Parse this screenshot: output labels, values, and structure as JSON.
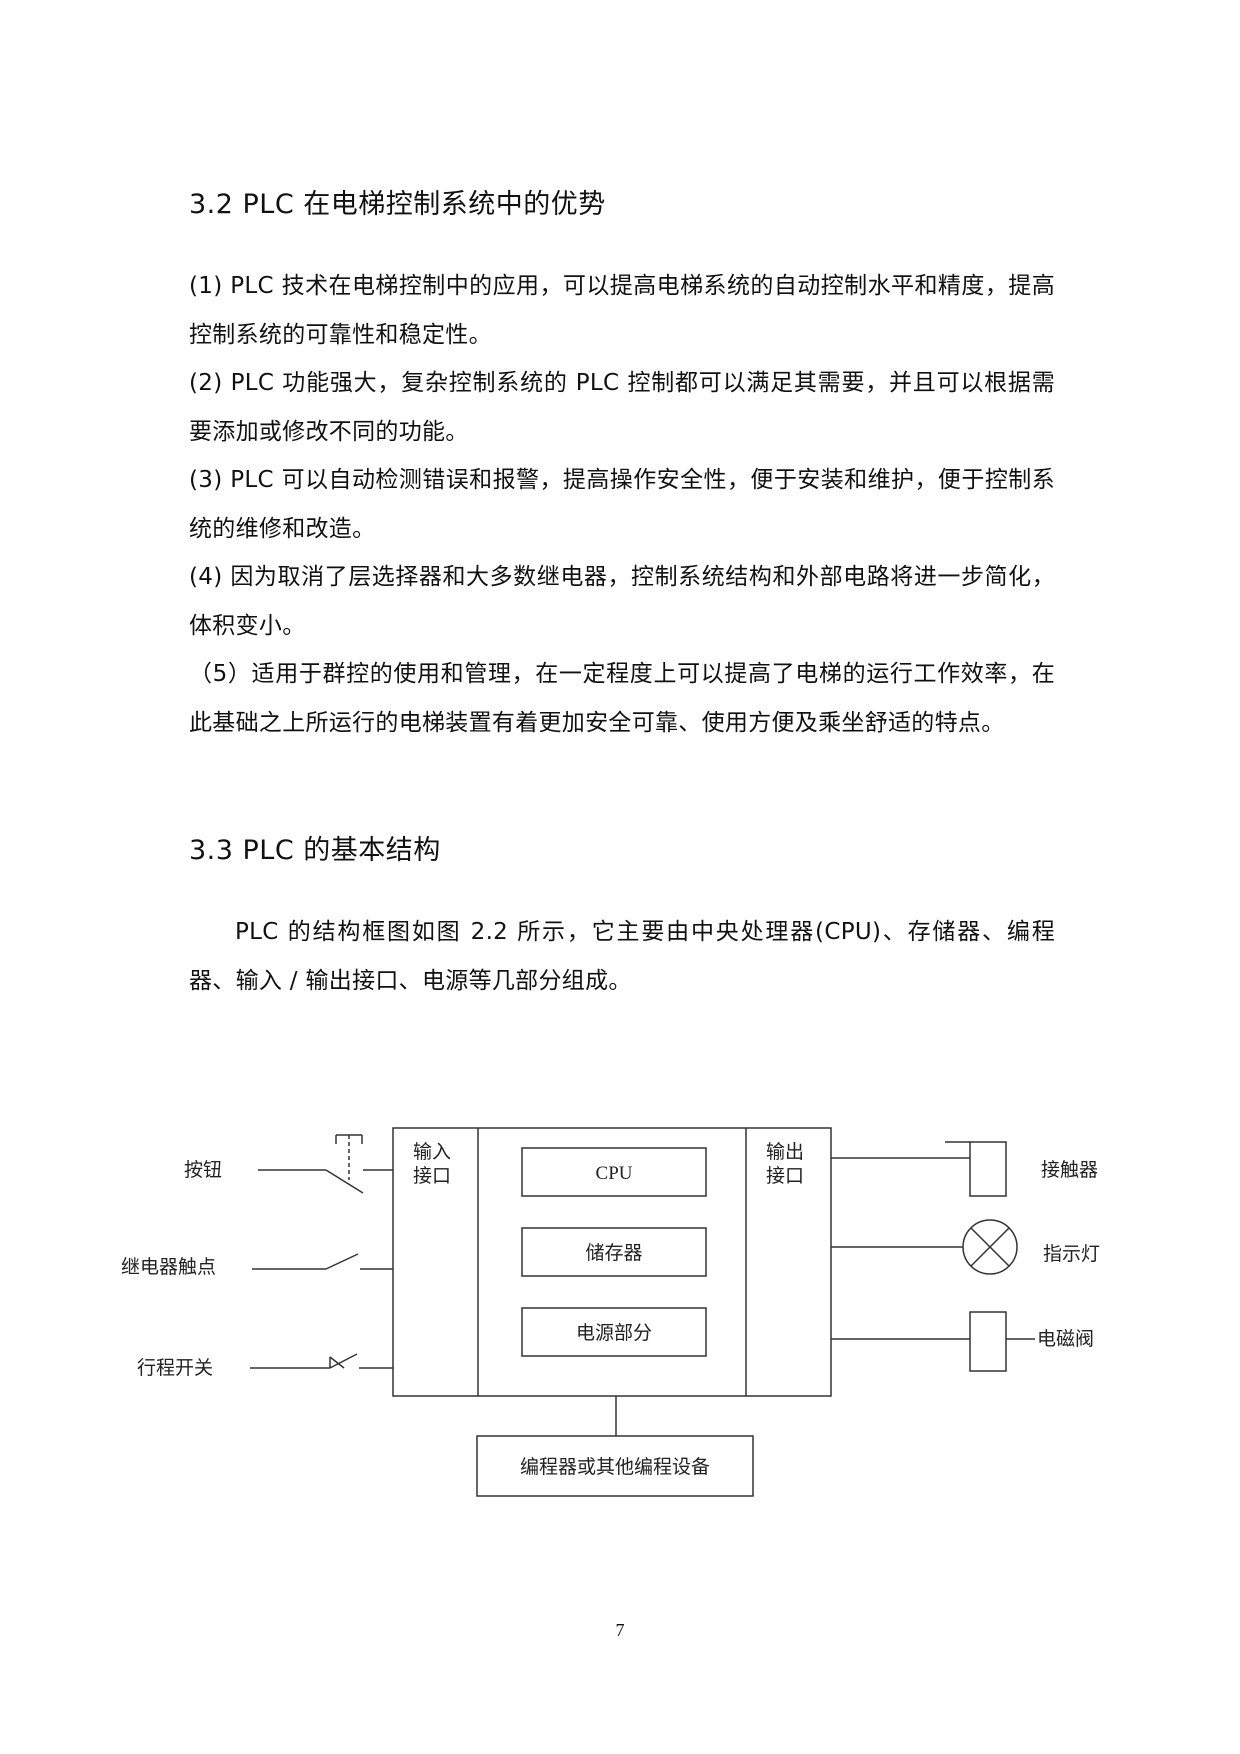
{
  "section_3_2": {
    "heading": "3.2 PLC 在电梯控制系统中的优势",
    "items": [
      "(1) PLC 技术在电梯控制中的应用，可以提高电梯系统的自动控制水平和精度，提高控制系统的可靠性和稳定性。",
      "(2) PLC 功能强大，复杂控制系统的 PLC 控制都可以满足其需要，并且可以根据需要添加或修改不同的功能。",
      "(3) PLC 可以自动检测错误和报警，提高操作安全性，便于安装和维护，便于控制系统的维修和改造。",
      "(4) 因为取消了层选择器和大多数继电器，控制系统结构和外部电路将进一步简化，体积变小。",
      "（5）适用于群控的使用和管理，在一定程度上可以提高了电梯的运行工作效率，在此基础之上所运行的电梯装置有着更加安全可靠、使用方便及乘坐舒适的特点。"
    ]
  },
  "section_3_3": {
    "heading": "3.3 PLC 的基本结构",
    "intro": "PLC 的结构框图如图 2.2 所示，它主要由中央处理器(CPU)、存储器、编程器、输入 / 输出接口、电源等几部分组成。"
  },
  "diagram": {
    "input_devices": [
      "按钮",
      "继电器触点",
      "行程开关"
    ],
    "input_interface": [
      "输入",
      "接口"
    ],
    "internal_blocks": [
      "CPU",
      "储存器",
      "电源部分"
    ],
    "output_interface": [
      "输出",
      "接口"
    ],
    "output_devices": [
      "接触器",
      "指示灯",
      "电磁阀"
    ],
    "programmer": "编程器或其他编程设备"
  },
  "page_number": "7"
}
